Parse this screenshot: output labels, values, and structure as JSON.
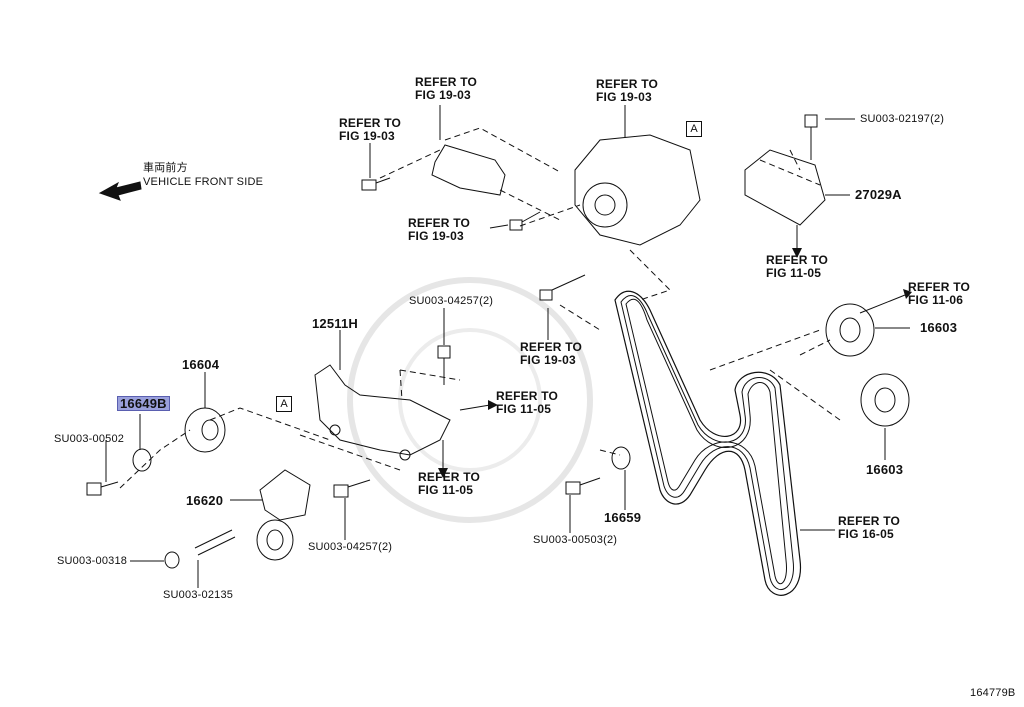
{
  "note": {
    "jp": "車両前方",
    "en": "VEHICLE FRONT SIDE"
  },
  "refs": {
    "r1": [
      "REFER TO",
      "FIG 19-03"
    ],
    "r2": [
      "REFER TO",
      "FIG 19-03"
    ],
    "r3": [
      "REFER TO",
      "FIG 19-03"
    ],
    "r4": [
      "REFER TO",
      "FIG 19-03"
    ],
    "r5": [
      "REFER TO",
      "FIG 19-03"
    ],
    "r6": [
      "REFER TO",
      "FIG 11-05"
    ],
    "r7": [
      "REFER TO",
      "FIG 11-05"
    ],
    "r8": [
      "REFER TO",
      "FIG 11-05"
    ],
    "r9": [
      "REFER TO",
      "FIG 11-06"
    ],
    "r10": [
      "REFER TO",
      "FIG 16-05"
    ]
  },
  "parts": {
    "p16649b": "16649B",
    "p16604": "16604",
    "p12511h": "12511H",
    "p16620": "16620",
    "p16603a": "16603",
    "p16603b": "16603",
    "p16659": "16659",
    "p27029a": "27029A",
    "su00502": "SU003-00502",
    "su00318": "SU003-00318",
    "su02135": "SU003-02135",
    "su04257a": "SU003-04257(2)",
    "su04257b": "SU003-04257(2)",
    "su00503": "SU003-00503(2)",
    "su02197": "SU003-02197(2)"
  },
  "markers": {
    "a1": "A",
    "a2": "A"
  },
  "diagram_id": "164779B",
  "colors": {
    "highlight": "#9aa0dc",
    "line": "#111111"
  }
}
